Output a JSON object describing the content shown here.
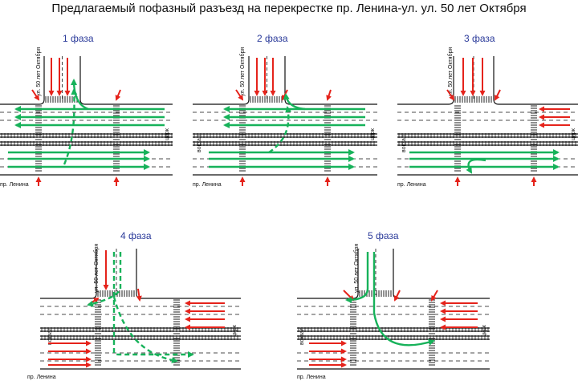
{
  "title": "Предлагаемый пофазный разъезд на перекрестке пр. Ленина-ул. ул. 50 лет Октября",
  "labels": {
    "street_vertical": "ул. 50 лет Октября",
    "street_horizontal": "пр. Ленина",
    "left_end": "вокзал",
    "right_end": "цирк"
  },
  "colors": {
    "green_arrow": "#17b25a",
    "red_arrow": "#e5231b",
    "road_line": "#111111",
    "crosswalk": "#333333"
  },
  "phases": [
    {
      "label": "1 фаза"
    },
    {
      "label": "2 фаза"
    },
    {
      "label": "3 фаза"
    },
    {
      "label": "4 фаза"
    },
    {
      "label": "5 фаза"
    }
  ]
}
